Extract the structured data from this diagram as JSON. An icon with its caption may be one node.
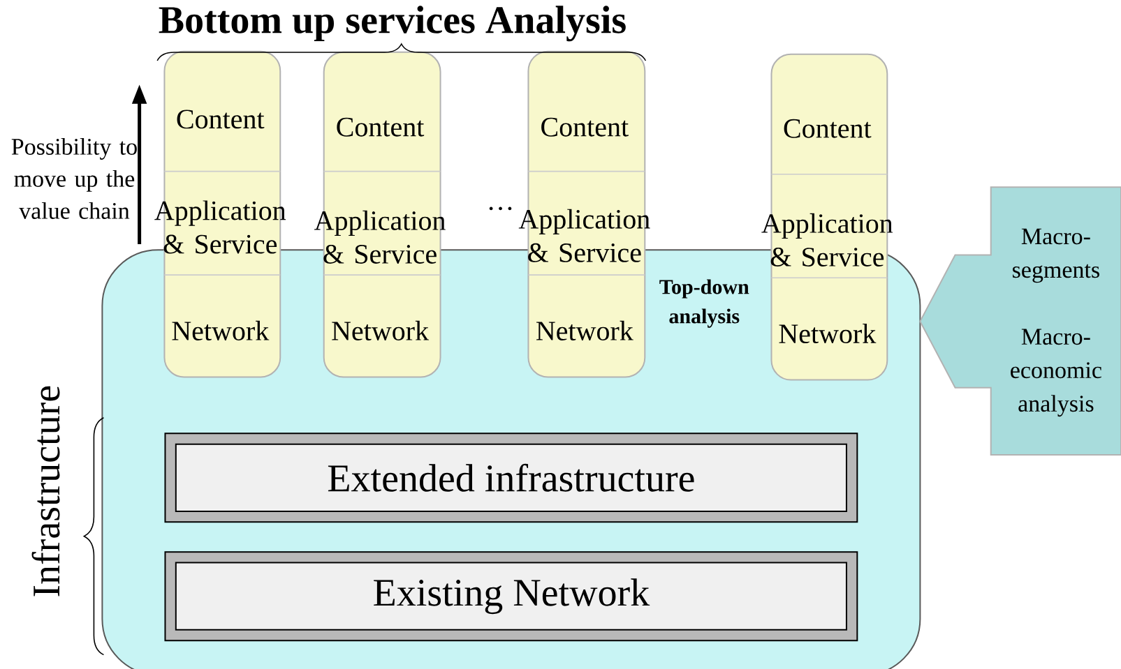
{
  "diagram": {
    "title": "Bottom up services Analysis",
    "nodes": [
      {
        "text": [],
        "shape": "box"
      },
      {
        "text": [
          "Content",
          "Application & Service",
          "Network"
        ]
      },
      {
        "text": [
          "Content",
          "Application & Service",
          "Network"
        ]
      },
      {
        "text": [
          "Content",
          "Application & Service",
          "Network"
        ]
      },
      {
        "text": [
          "Content",
          "Application & Service",
          "Network"
        ]
      },
      {
        "text": [
          "Extended infrastructure"
        ],
        "in": 0
      },
      {
        "text": [
          "Existing Network"
        ],
        "in": 0
      },
      {
        "text": [
          "Macro-segments",
          "Macro-economic analysis"
        ]
      }
    ],
    "labels": [
      "Possibility to move up the value chain",
      "…",
      "Top-down analysis",
      "Infrastructure"
    ]
  }
}
